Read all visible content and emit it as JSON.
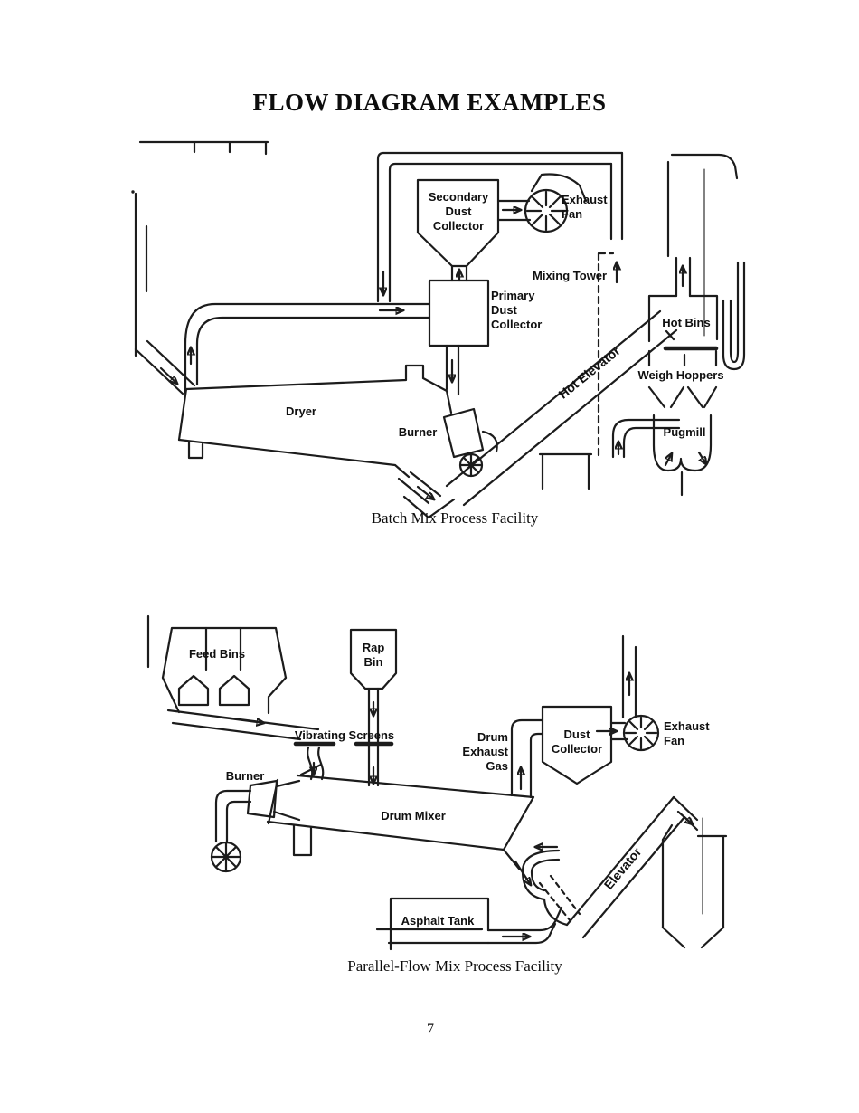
{
  "page": {
    "title": "FLOW DIAGRAM EXAMPLES",
    "page_number": "7",
    "colors": {
      "ink": "#1c1c1c",
      "paper": "#ffffff"
    }
  },
  "batch_diagram": {
    "caption": "Batch Mix Process Facility",
    "labels": {
      "secondary_dust_collector": [
        "Secondary",
        "Dust",
        "Collector"
      ],
      "exhaust_fan": [
        "Exhaust",
        "Fan"
      ],
      "mixing_tower": "Mixing Tower",
      "primary_dust_collector": [
        "Primary",
        "Dust",
        "Collector"
      ],
      "hot_bins": "Hot Bins",
      "weigh_hoppers": "Weigh Hoppers",
      "hot_elevator": "Hot Elevator",
      "dryer": "Dryer",
      "burner": "Burner",
      "pugmill": "Pugmill"
    }
  },
  "parallel_diagram": {
    "caption": "Parallel-Flow Mix Process Facility",
    "labels": {
      "feed_bins": "Feed Bins",
      "rap_bin": [
        "Rap",
        "Bin"
      ],
      "vibrating_screens": "Vibrating Screens",
      "burner": "Burner",
      "drum_mixer": "Drum Mixer",
      "drum_exhaust_gas": [
        "Drum",
        "Exhaust",
        "Gas"
      ],
      "dust_collector": [
        "Dust",
        "Collector"
      ],
      "exhaust_fan": [
        "Exhaust",
        "Fan"
      ],
      "elevator": "Elevator",
      "asphalt_tank": "Asphalt Tank"
    }
  }
}
